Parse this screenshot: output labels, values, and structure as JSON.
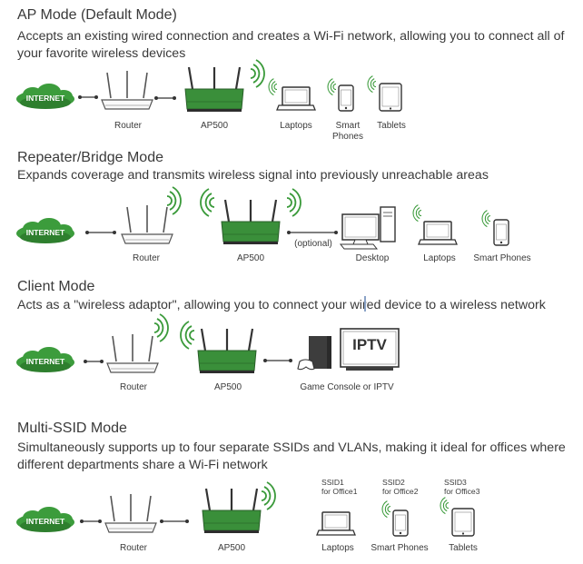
{
  "ap_mode": {
    "title": "AP Mode (Default Mode)",
    "description": "Accepts an existing wired connection and creates a Wi-Fi network, allowing you to connect all of your favorite wireless devices",
    "internet": "INTERNET",
    "labels": {
      "router": "Router",
      "ap500": "AP500",
      "laptops": "Laptops",
      "smart_phones": "Smart Phones",
      "tablets": "Tablets"
    }
  },
  "repeater_mode": {
    "title": "Repeater/Bridge Mode",
    "description": "Expands coverage and transmits wireless signal into previously unreachable areas",
    "internet": "INTERNET",
    "optional": "(optional)",
    "labels": {
      "router": "Router",
      "ap500": "AP500",
      "desktop": "Desktop",
      "laptops": "Laptops",
      "smart_phones": "Smart Phones"
    }
  },
  "client_mode": {
    "title": "Client Mode",
    "description": "Acts as a \"wireless adaptor\", allowing you to connect your wired device to a wireless network",
    "internet": "INTERNET",
    "iptv": "IPTV",
    "labels": {
      "router": "Router",
      "ap500": "AP500",
      "game_console": "Game Console or IPTV"
    }
  },
  "multi_ssid_mode": {
    "title": "Multi-SSID Mode",
    "description": "Simultaneously supports up to four separate SSIDs and VLANs, making it ideal for offices where different departments share a Wi-Fi network",
    "internet": "INTERNET",
    "ssids": [
      {
        "name": "SSID1",
        "office": "for Office1"
      },
      {
        "name": "SSID2",
        "office": "for Office2"
      },
      {
        "name": "SSID3",
        "office": "for Office3"
      }
    ],
    "labels": {
      "router": "Router",
      "ap500": "AP500",
      "laptops": "Laptops",
      "smart_phones": "Smart Phones",
      "tablets": "Tablets"
    }
  },
  "colors": {
    "green": "#3a9a3a",
    "dark_green": "#2d6b2d",
    "text": "#3a3a3a"
  }
}
